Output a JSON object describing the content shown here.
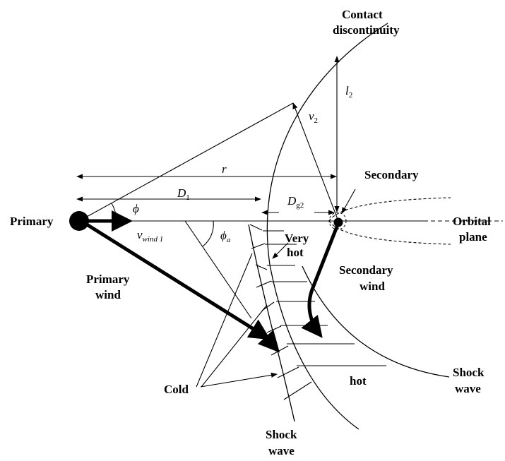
{
  "labels": {
    "contact_line1": "Contact",
    "contact_line2": "discontinuity",
    "secondary": "Secondary",
    "primary": "Primary",
    "orbital_line1": "Orbital",
    "orbital_line2": "plane",
    "primary_wind_line1": "Primary",
    "primary_wind_line2": "wind",
    "secondary_wind_line1": "Secondary",
    "secondary_wind_line2": "wind",
    "very_hot_line1": "Very",
    "very_hot_line2": "hot",
    "hot": "hot",
    "cold": "Cold",
    "shock_right_line1": "Shock",
    "shock_right_line2": "wave",
    "shock_bottom_line1": "Shock",
    "shock_bottom_line2": "wave"
  },
  "symbols": {
    "r": "r",
    "D": "D",
    "D_sub": "1",
    "Dg": "D",
    "Dg_sub": "g2",
    "phi": "ϕ",
    "phi_a": "ϕ",
    "phi_a_sub": "a",
    "v_wind": "v",
    "v_wind_sub": "wind 1",
    "v2": "v",
    "v2_sub": "2",
    "l2": "l",
    "l2_sub": "2"
  }
}
